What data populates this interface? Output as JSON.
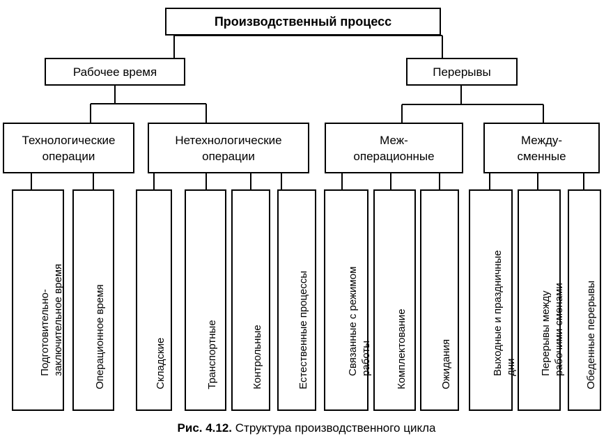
{
  "root": {
    "label": "Производственный процесс"
  },
  "level1": {
    "work_time": "Рабочее время",
    "breaks": "Перерывы"
  },
  "level2": {
    "tech": [
      "Технологические",
      "операции"
    ],
    "nontech": [
      "Нетехнологические",
      "операции"
    ],
    "interop": [
      "Меж-",
      "операционные"
    ],
    "intershift": [
      "Между-",
      "сменные"
    ]
  },
  "leaves": {
    "prep": [
      "Подготовительно-",
      "заключительное время"
    ],
    "operational": [
      "Операционное время"
    ],
    "storage": [
      "Складские"
    ],
    "transport": [
      "Транспортные"
    ],
    "control": [
      "Контрольные"
    ],
    "natural": [
      "Естественные процессы"
    ],
    "regime": [
      "Связанные с режимом",
      "работы"
    ],
    "completion": [
      "Комплектование"
    ],
    "waiting": [
      "Ожидания"
    ],
    "weekends": [
      "Выходные и праздничные",
      "дни"
    ],
    "shift_breaks": [
      "Перерывы между",
      "рабочими сменами"
    ],
    "lunch": [
      "Обеденные перерывы"
    ]
  },
  "caption": {
    "label": "Рис. 4.12.",
    "text": " Структура производственного цикла"
  }
}
